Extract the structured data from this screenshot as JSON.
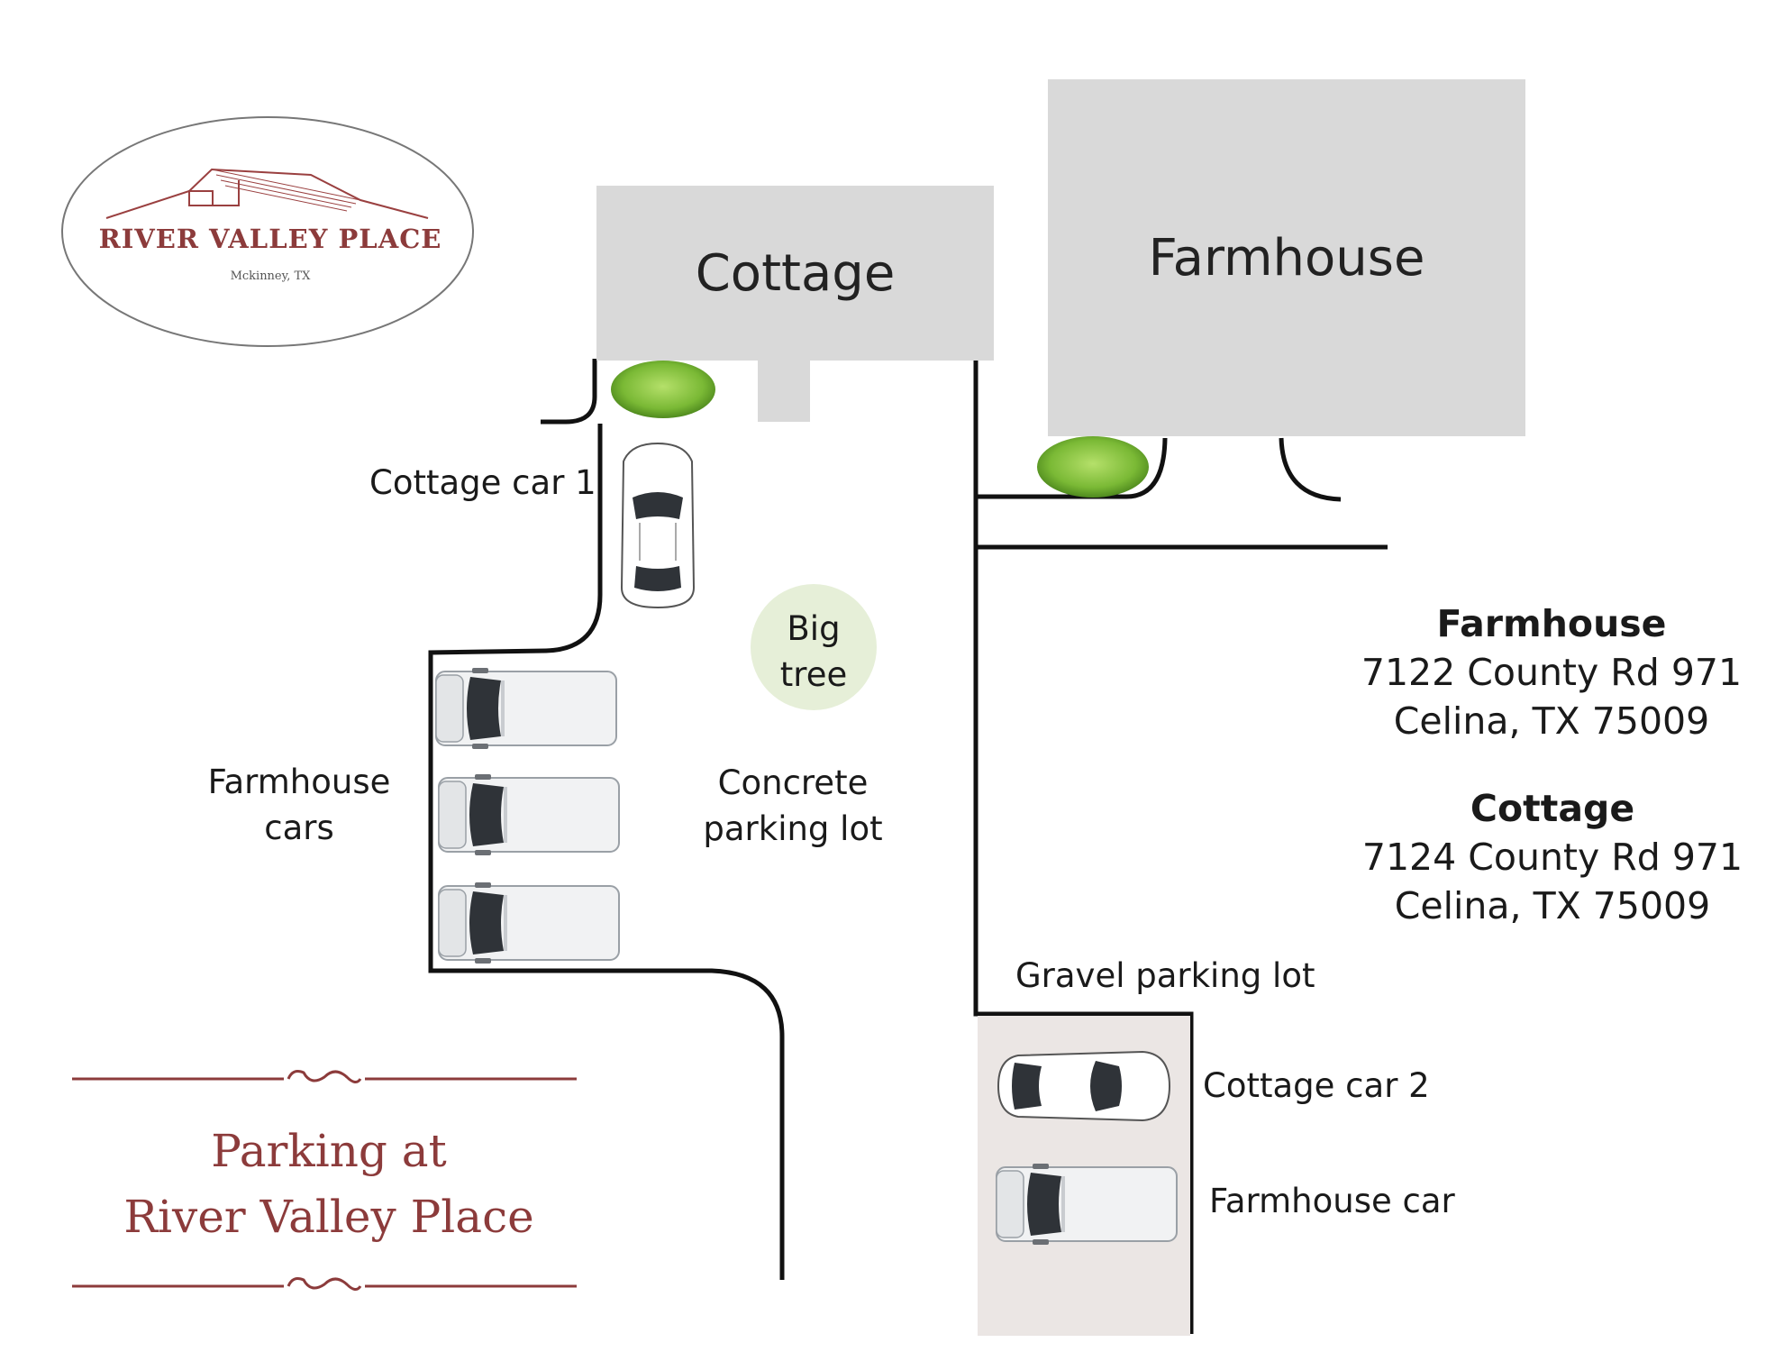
{
  "logo": {
    "name": "RIVER VALLEY PLACE",
    "location": "Mckinney, TX"
  },
  "buildings": {
    "cottage": "Cottage",
    "farmhouse": "Farmhouse"
  },
  "labels": {
    "cottage_car_1": "Cottage car 1",
    "big_tree_line1": "Big",
    "big_tree_line2": "tree",
    "farmhouse_cars_line1": "Farmhouse",
    "farmhouse_cars_line2": "cars",
    "concrete_line1": "Concrete",
    "concrete_line2": "parking lot",
    "gravel_lot": "Gravel parking lot",
    "cottage_car_2": "Cottage car 2",
    "farmhouse_car": "Farmhouse car"
  },
  "addresses": [
    {
      "heading": "Farmhouse",
      "line1": "7122 County Rd 971",
      "line2": "Celina, TX 75009"
    },
    {
      "heading": "Cottage",
      "line1": "7124 County Rd 971",
      "line2": "Celina, TX 75009"
    }
  ],
  "title": {
    "line1": "Parking at",
    "line2": "River Valley Place"
  },
  "colors": {
    "building": "#d9d9d9",
    "gravel": "#ebe6e4",
    "tree": "#e6efd8",
    "bush": "#8cc63f",
    "accent": "#8c3b3b",
    "road": "#111111"
  }
}
